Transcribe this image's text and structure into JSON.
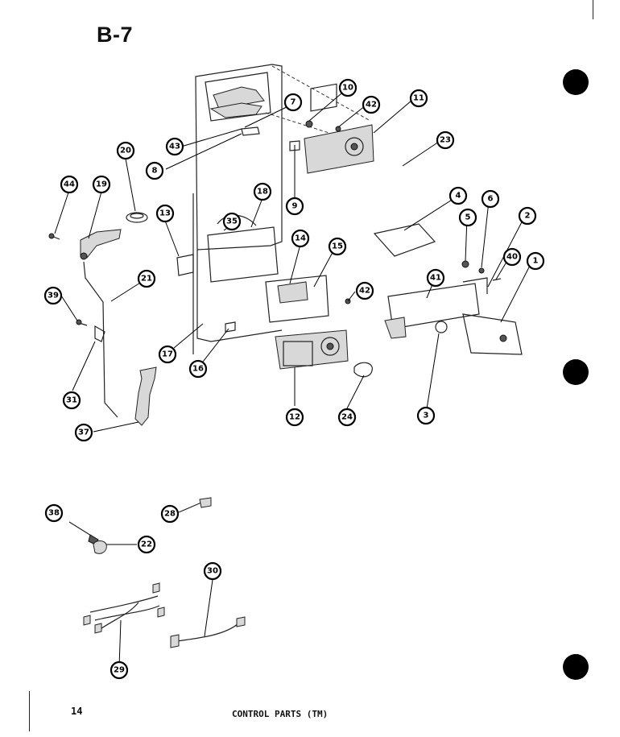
{
  "page": {
    "title": "B-7",
    "page_number": "14",
    "caption": "CONTROL PARTS (TM)"
  },
  "callouts": [
    {
      "id": "c1",
      "label": "1"
    },
    {
      "id": "c2",
      "label": "2"
    },
    {
      "id": "c3",
      "label": "3"
    },
    {
      "id": "c4",
      "label": "4"
    },
    {
      "id": "c5",
      "label": "5"
    },
    {
      "id": "c6",
      "label": "6"
    },
    {
      "id": "c7",
      "label": "7"
    },
    {
      "id": "c8",
      "label": "8"
    },
    {
      "id": "c9",
      "label": "9"
    },
    {
      "id": "c10",
      "label": "10"
    },
    {
      "id": "c11",
      "label": "11"
    },
    {
      "id": "c12",
      "label": "12"
    },
    {
      "id": "c13",
      "label": "13"
    },
    {
      "id": "c14",
      "label": "14"
    },
    {
      "id": "c15",
      "label": "15"
    },
    {
      "id": "c16",
      "label": "16"
    },
    {
      "id": "c17",
      "label": "17"
    },
    {
      "id": "c18",
      "label": "18"
    },
    {
      "id": "c19",
      "label": "19"
    },
    {
      "id": "c20",
      "label": "20"
    },
    {
      "id": "c21",
      "label": "21"
    },
    {
      "id": "c22",
      "label": "22"
    },
    {
      "id": "c23",
      "label": "23"
    },
    {
      "id": "c24",
      "label": "24"
    },
    {
      "id": "c28",
      "label": "28"
    },
    {
      "id": "c29",
      "label": "29"
    },
    {
      "id": "c30",
      "label": "30"
    },
    {
      "id": "c31",
      "label": "31"
    },
    {
      "id": "c35",
      "label": "35"
    },
    {
      "id": "c37",
      "label": "37"
    },
    {
      "id": "c38",
      "label": "38"
    },
    {
      "id": "c39",
      "label": "39"
    },
    {
      "id": "c40",
      "label": "40"
    },
    {
      "id": "c41",
      "label": "41"
    },
    {
      "id": "c42a",
      "label": "42"
    },
    {
      "id": "c42b",
      "label": "42"
    },
    {
      "id": "c43",
      "label": "43"
    },
    {
      "id": "c44",
      "label": "44"
    }
  ]
}
